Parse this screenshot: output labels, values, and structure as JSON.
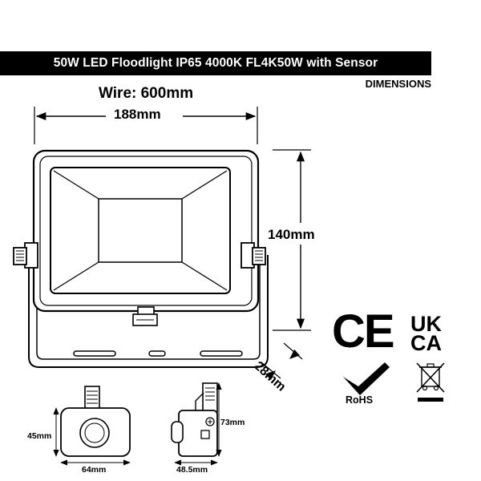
{
  "header": {
    "title": "50W LED Floodlight IP65 4000K FL4K50W with Sensor",
    "subtitle": "DIMENSIONS"
  },
  "dimensions": {
    "wire": "Wire: 600mm",
    "width": "188mm",
    "height": "140mm",
    "depth": "28mm",
    "sensor_height": "45mm",
    "sensor_width": "64mm",
    "sensor_side_height": "73mm",
    "sensor_side_depth": "48.5mm"
  },
  "certifications": {
    "ce": "CE",
    "ukca_top": "UK",
    "ukca_bottom": "CA",
    "rohs": "RoHS"
  }
}
